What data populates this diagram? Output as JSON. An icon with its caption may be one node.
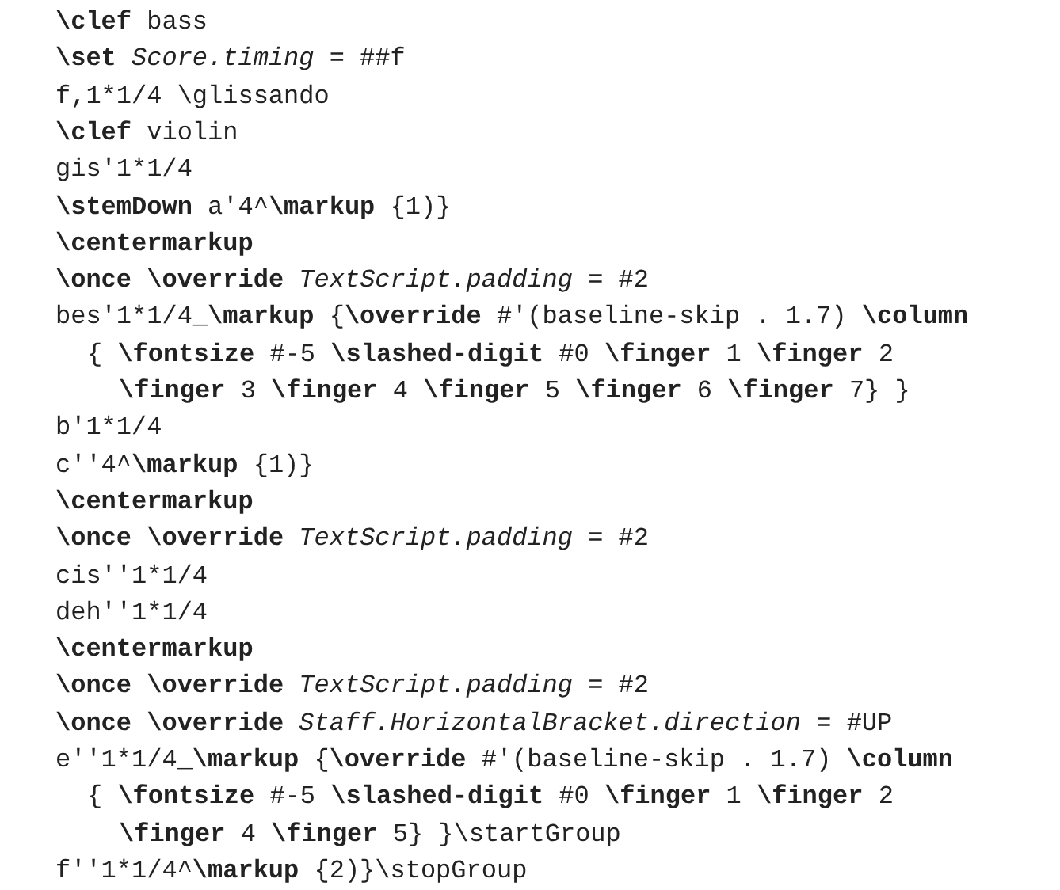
{
  "diagram": {
    "labels": [
      "**\\clef** bass",
      "**\\set** *Score.timing* = ##f",
      "f,1*1/4 \\glissando",
      "**\\clef** violin",
      "gis'1*1/4",
      "**\\stemDown** a'4^**\\markup** {1)}",
      "**\\centermarkup**",
      "**\\once** **\\override** *TextScript.padding* = #2",
      "bes'1*1/4**_\\markup** {**\\override** #'(baseline-skip . 1.7) **\\column**",
      "{ **\\fontsize** #-5 **\\slashed-digit** #0 **\\finger** 1 **\\finger** 2",
      "**\\finger** 3 **\\finger** 4 **\\finger** 5 **\\finger** 6 **\\finger** 7} }",
      "b'1*1/4",
      "c''4^**\\markup** {1)}",
      "**\\centermarkup**",
      "**\\once** **\\override** *TextScript.padding* = #2",
      "cis''1*1/4",
      "deh''1*1/4",
      "**\\centermarkup**",
      "**\\once** **\\override** *TextScript.padding* = #2",
      "**\\once** **\\override** *Staff.HorizontalBracket.direction* = #UP",
      "e''1*1/4**_\\markup** {**\\override** #'(baseline-skip . 1.7) **\\column**",
      "{ **\\fontsize** #-5 **\\slashed-digit** #0 **\\finger** 1 **\\finger** 2",
      "**\\finger** 4 **\\finger** 5} }\\startGroup",
      "f''1*1/4^**\\markup** {2)}\\stopGroup"
    ]
  }
}
